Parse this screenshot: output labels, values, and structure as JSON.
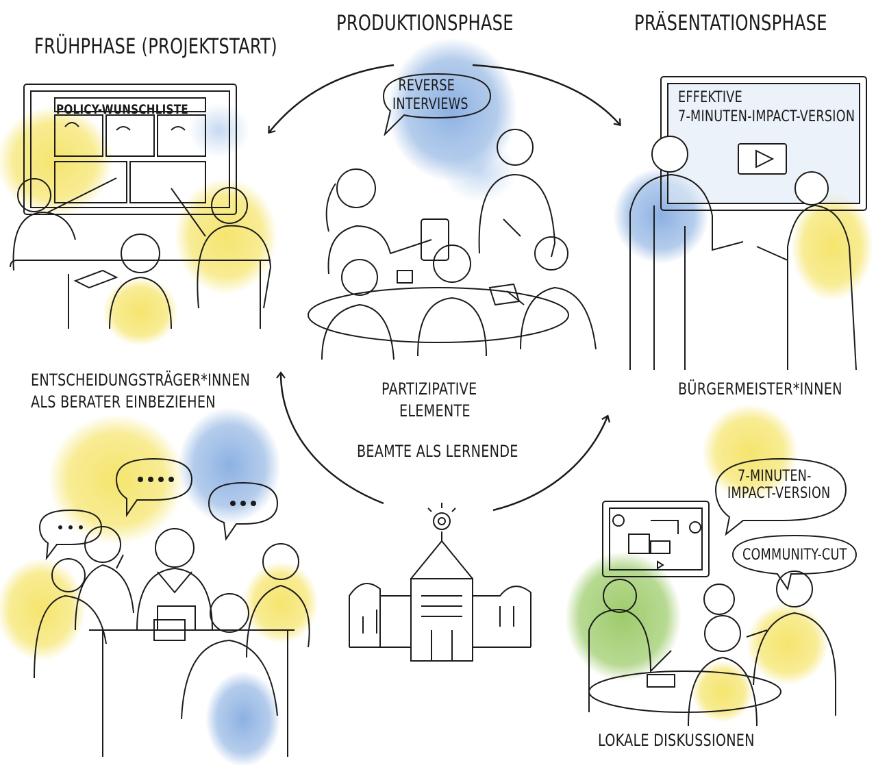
{
  "phases": {
    "early": "FRÜHPHASE (PROJEKTSTART)",
    "production": "PRODUKTIONSPHASE",
    "presentation": "PRÄSENTATIONSPHASE"
  },
  "early_panel": {
    "screen_title": "POLICY-WUNSCHLISTE",
    "caption_line1": "ENTSCHEIDUNGSTRÄGER*INNEN",
    "caption_line2": "ALS BERATER EINBEZIEHEN"
  },
  "production_panel": {
    "bubble_line1": "REVERSE",
    "bubble_line2": "INTERVIEWS",
    "caption_line1": "PARTIZIPATIVE",
    "caption_line2": "ELEMENTE",
    "caption_line3": "BEAMTE ALS LERNENDE"
  },
  "presentation_panel": {
    "screen_line1": "EFFEKTIVE",
    "screen_line2": "7-MINUTEN-IMPACT-VERSION",
    "caption": "BÜRGERMEISTER*INNEN"
  },
  "discussion_panel": {
    "bubble1_line1": "7-MINUTEN-",
    "bubble1_line2": "IMPACT-VERSION",
    "bubble2": "COMMUNITY-CUT",
    "caption": "LOKALE DISKUSSIONEN"
  },
  "colors": {
    "yellow_wash": "#f2dc3d",
    "blue_wash": "#5b8fd6",
    "green_wash": "#7dbb3a",
    "ink": "#1b1b1b"
  },
  "icons": [
    "cycle-arrow",
    "speech-bubble",
    "play-icon",
    "sun-icon",
    "town-hall-icon"
  ]
}
